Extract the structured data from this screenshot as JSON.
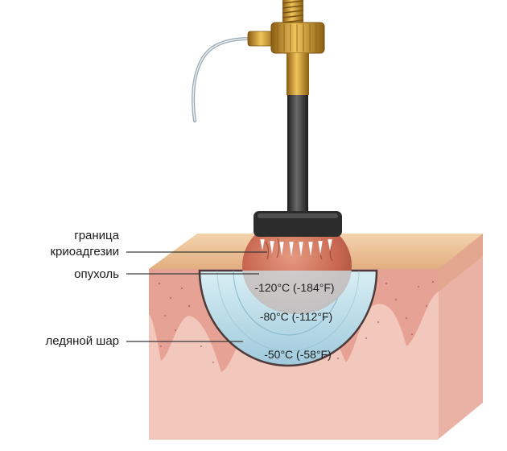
{
  "labels": {
    "boundary_line1": "граница",
    "boundary_line2": "криоадгезии",
    "tumor": "опухоль",
    "ice_ball": "ледяной шар"
  },
  "temperatures": {
    "outer": "-120°C (-184°F)",
    "middle": "-80°C (-112°F)",
    "inner": "-50°C (-58°F)"
  },
  "colors": {
    "skin_surface": "#e8b888",
    "epidermis": "#e7a79c",
    "dermis": "#f1c2b6",
    "ice": "#bfe1ec",
    "tumor": "#c86a53",
    "probe_shaft": "#3a3a3a",
    "brass": "#c9962f"
  }
}
